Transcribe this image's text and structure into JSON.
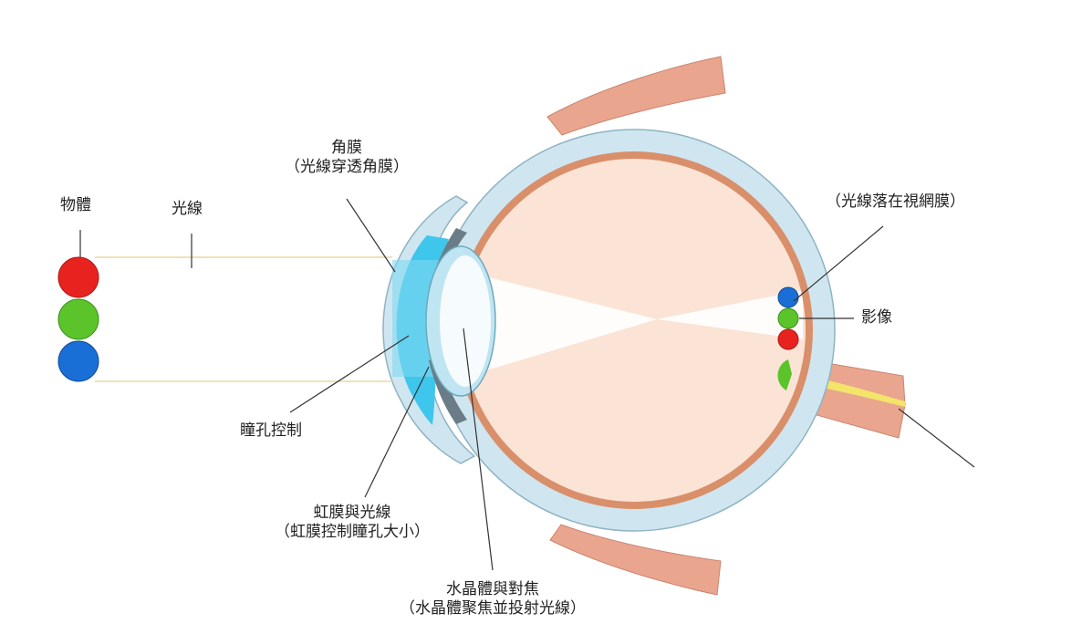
{
  "labels": {
    "object": "物體",
    "light": "光線",
    "cornea_title": "角膜",
    "cornea_sub": "（光線穿透角膜）",
    "retina": "（光線落在視網膜）",
    "image": "影像",
    "pupil": "瞳孔控制",
    "iris_title": "虹膜與光線",
    "iris_sub": "（虹膜控制瞳孔大小）",
    "lens_title": "水晶體與對焦",
    "lens_sub": "（水晶體聚焦並投射光線）"
  },
  "colors": {
    "red": "#e8231f",
    "green": "#5cc42b",
    "blue": "#1a6fd6",
    "sclera": "#cfe6f0",
    "eye_inner": "#fbe3d6",
    "muscle": "#e9a58e",
    "cornea": "#3fc6ec",
    "nerve_yellow": "#f3e46a"
  }
}
